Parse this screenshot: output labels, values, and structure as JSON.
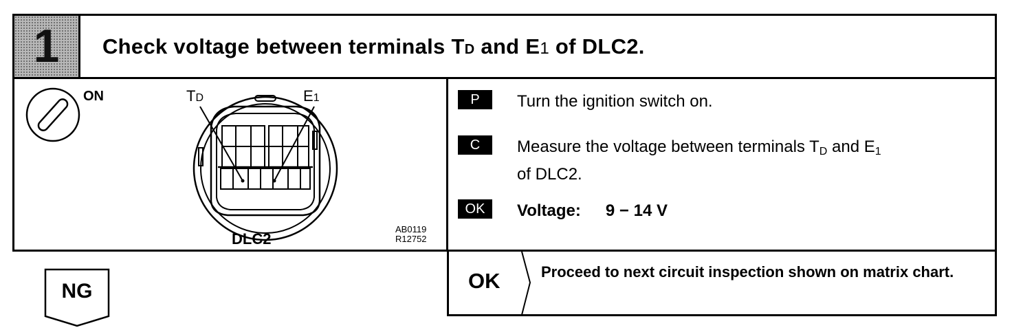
{
  "header": {
    "step_number": "1",
    "title_prefix": "Check voltage between terminals T",
    "title_td_sub": "D",
    "title_middle": " and E",
    "title_e1_sub": "1",
    "title_suffix": " of DLC2."
  },
  "figure": {
    "switch_label": "ON",
    "terminal_td_main": "T",
    "terminal_td_sub": "D",
    "terminal_e1_main": "E",
    "terminal_e1_sub": "1",
    "connector_label": "DLC2",
    "code_line1": "AB0119",
    "code_line2": "R12752"
  },
  "instructions": {
    "p_tag": "P",
    "p_text": "Turn the ignition switch on.",
    "c_tag": "C",
    "c_text_a": "Measure the voltage between terminals T",
    "c_td_sub": "D",
    "c_text_b": " and E",
    "c_e1_sub": "1",
    "c_text_c": "of DLC2.",
    "ok_tag": "OK",
    "voltage_label": "Voltage:",
    "voltage_value": "9 − 14 V"
  },
  "ng": {
    "label": "NG"
  },
  "result": {
    "ok_label": "OK",
    "text": "Proceed to next circuit inspection shown on matrix chart."
  }
}
